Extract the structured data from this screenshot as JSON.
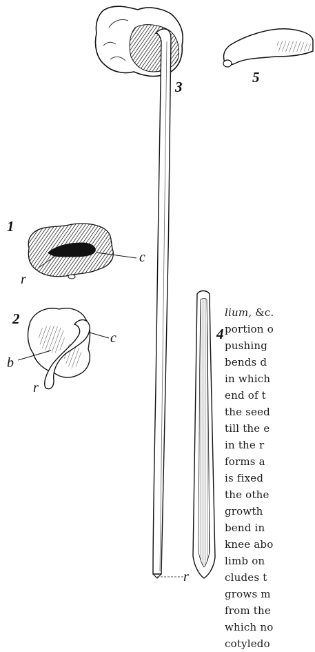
{
  "figure": {
    "labels": {
      "fig1": "1",
      "fig2": "2",
      "fig3": "3",
      "fig4": "4",
      "fig5": "5",
      "c1": "c",
      "r1": "r",
      "b2": "b",
      "c2": "c",
      "r2": "r",
      "r4": "r"
    }
  },
  "text": {
    "lines": [
      {
        "italic": "lium,",
        "rest": " &c."
      },
      {
        "italic": "",
        "rest": "portion o"
      },
      {
        "italic": "",
        "rest": "pushing"
      },
      {
        "italic": "",
        "rest": "bends d"
      },
      {
        "italic": "",
        "rest": "in which"
      },
      {
        "italic": "",
        "rest": "end of t"
      },
      {
        "italic": "",
        "rest": "the seed"
      },
      {
        "italic": "",
        "rest": "till the e"
      },
      {
        "italic": "",
        "rest": "in the r"
      },
      {
        "italic": "",
        "rest": "forms a"
      },
      {
        "italic": "",
        "rest": "is fixed"
      },
      {
        "italic": "",
        "rest": "the othe"
      },
      {
        "italic": "",
        "rest": "growth"
      },
      {
        "italic": "",
        "rest": "bend in"
      },
      {
        "italic": "",
        "rest": "knee abo"
      },
      {
        "italic": "",
        "rest": "limb on"
      },
      {
        "italic": "",
        "rest": "cludes t"
      },
      {
        "italic": "",
        "rest": "grows m"
      },
      {
        "italic": "",
        "rest": "from the"
      },
      {
        "italic": "",
        "rest": "which no"
      },
      {
        "italic": "",
        "rest": "cotyledo"
      }
    ]
  }
}
